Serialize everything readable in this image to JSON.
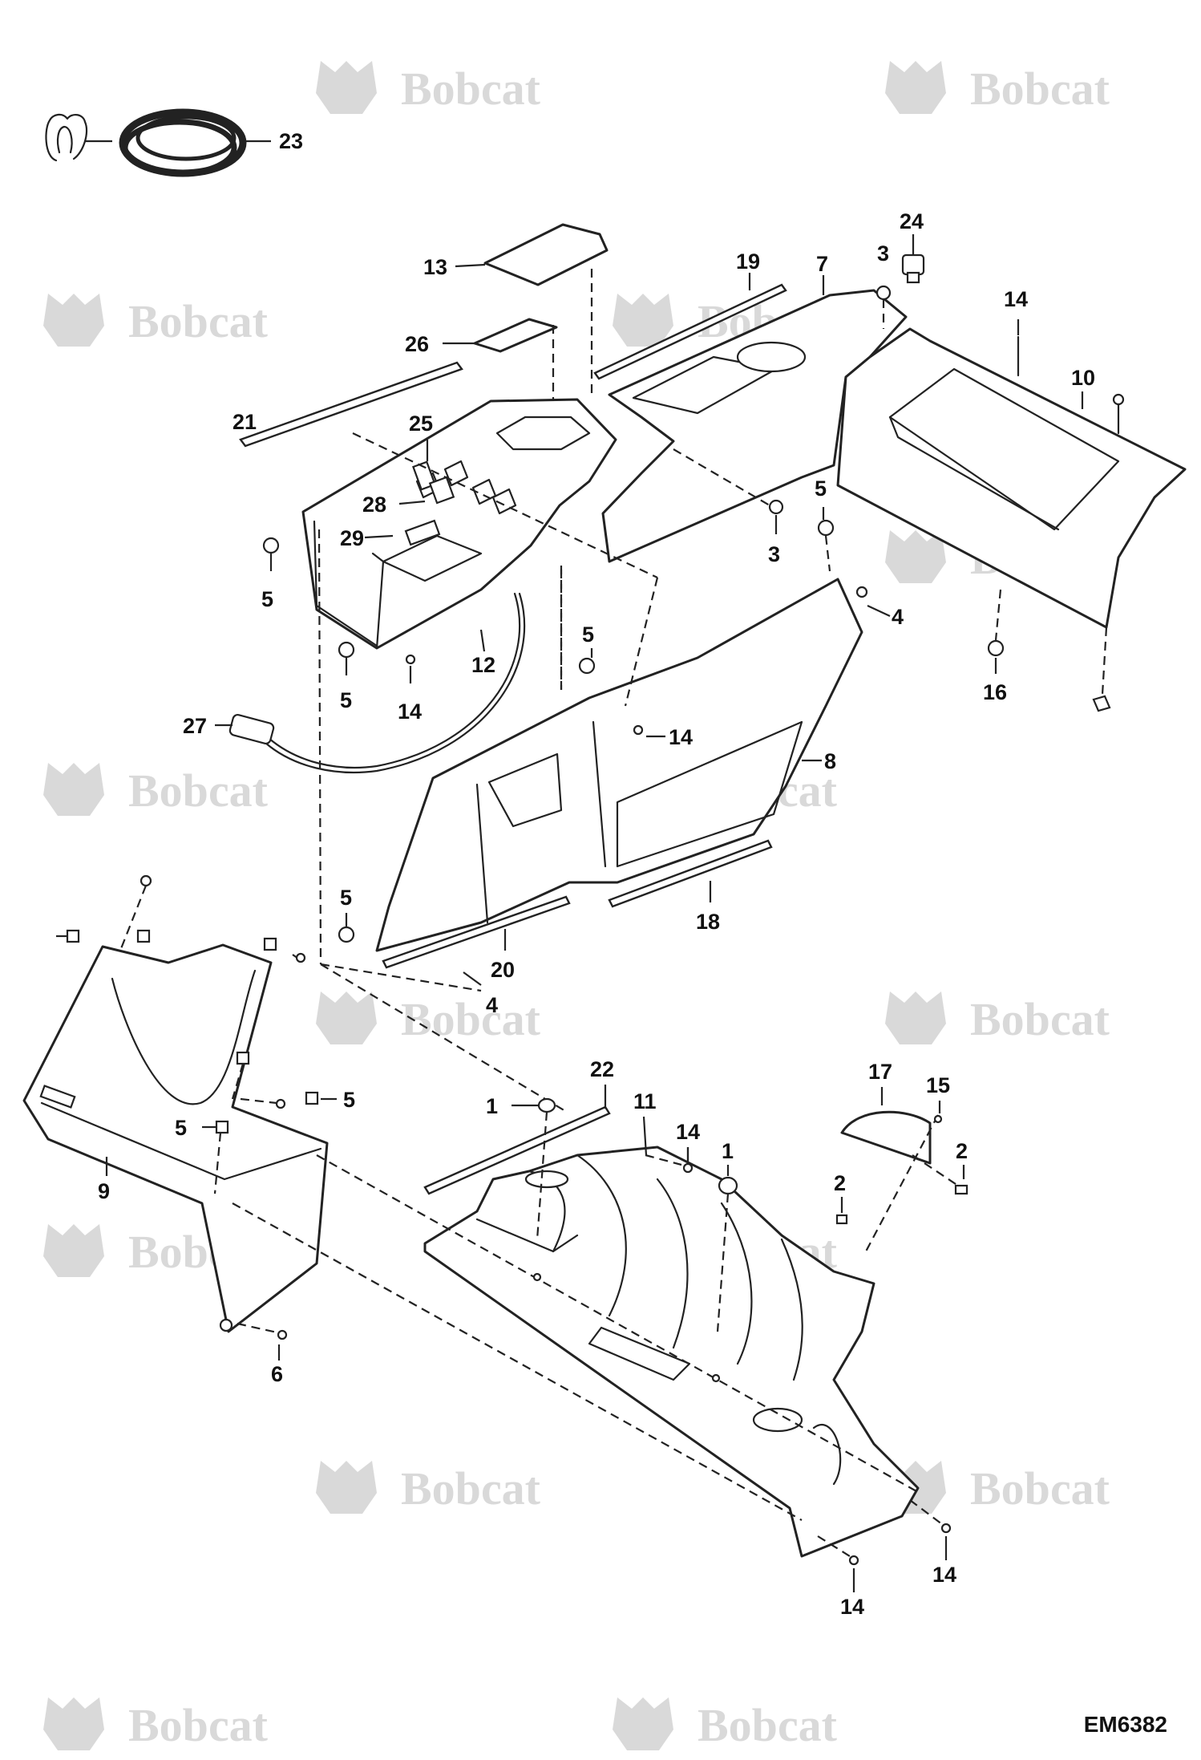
{
  "watermark": {
    "text": "Bobcat",
    "color": "#d9d9d9"
  },
  "reference_code": "EM6382",
  "callouts": [
    {
      "id": "c23",
      "label": "23"
    },
    {
      "id": "c13",
      "label": "13"
    },
    {
      "id": "c26",
      "label": "26"
    },
    {
      "id": "c21",
      "label": "21"
    },
    {
      "id": "c25",
      "label": "25"
    },
    {
      "id": "c28",
      "label": "28"
    },
    {
      "id": "c29",
      "label": "29"
    },
    {
      "id": "c5a",
      "label": "5"
    },
    {
      "id": "c5b",
      "label": "5"
    },
    {
      "id": "c14a",
      "label": "14"
    },
    {
      "id": "c12",
      "label": "12"
    },
    {
      "id": "c27",
      "label": "27"
    },
    {
      "id": "c19",
      "label": "19"
    },
    {
      "id": "c7",
      "label": "7"
    },
    {
      "id": "c3a",
      "label": "3"
    },
    {
      "id": "c24",
      "label": "24"
    },
    {
      "id": "c14b",
      "label": "14"
    },
    {
      "id": "c10",
      "label": "10"
    },
    {
      "id": "c3b",
      "label": "3"
    },
    {
      "id": "c5c",
      "label": "5"
    },
    {
      "id": "c4a",
      "label": "4"
    },
    {
      "id": "c5d",
      "label": "5"
    },
    {
      "id": "c14c",
      "label": "14"
    },
    {
      "id": "c8",
      "label": "8"
    },
    {
      "id": "c16",
      "label": "16"
    },
    {
      "id": "c18",
      "label": "18"
    },
    {
      "id": "c5e",
      "label": "5"
    },
    {
      "id": "c20",
      "label": "20"
    },
    {
      "id": "c4b",
      "label": "4"
    },
    {
      "id": "c22",
      "label": "22"
    },
    {
      "id": "c11",
      "label": "11"
    },
    {
      "id": "c1a",
      "label": "1"
    },
    {
      "id": "c14d",
      "label": "14"
    },
    {
      "id": "c1b",
      "label": "1"
    },
    {
      "id": "c17",
      "label": "17"
    },
    {
      "id": "c15",
      "label": "15"
    },
    {
      "id": "c2a",
      "label": "2"
    },
    {
      "id": "c2b",
      "label": "2"
    },
    {
      "id": "c5f",
      "label": "5"
    },
    {
      "id": "c5g",
      "label": "5"
    },
    {
      "id": "c9",
      "label": "9"
    },
    {
      "id": "c6",
      "label": "6"
    },
    {
      "id": "c14e",
      "label": "14"
    },
    {
      "id": "c14f",
      "label": "14"
    }
  ]
}
